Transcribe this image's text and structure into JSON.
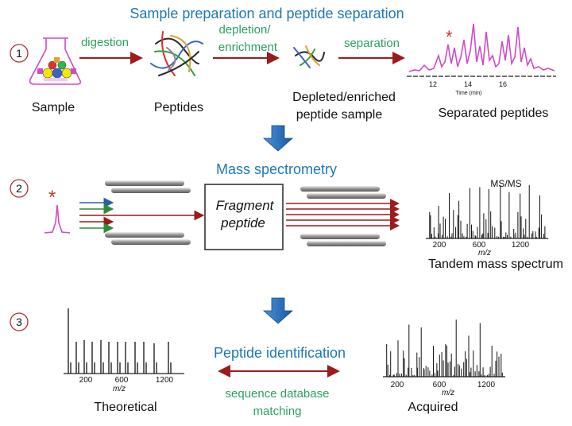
{
  "colors": {
    "title_blue": "#1f78b4",
    "label_green": "#2ca25f",
    "arrow_red": "#9b1c1c",
    "chrom_pink": "#d04ac8",
    "big_arrow_blue": "#1f6fb6"
  },
  "step1": {
    "number": "1",
    "title": "Sample preparation and peptide separation",
    "digestion": "digestion",
    "depletion_line1": "depletion/",
    "depletion_line2": "enrichment",
    "separation": "separation",
    "sample_label": "Sample",
    "peptides_label": "Peptides",
    "depleted_line1": "Depleted/enriched",
    "depleted_line2": "peptide sample",
    "separated_label": "Separated peptides",
    "chrom_ticks": [
      "12",
      "14",
      "16"
    ],
    "chrom_axis": "Time (min)",
    "star": "*"
  },
  "step2": {
    "number": "2",
    "title": "Mass spectrometry",
    "star": "*",
    "fragment_line1": "Fragment",
    "fragment_line2": "peptide",
    "msms_label": "MS/MS",
    "ticks": [
      "200",
      "600",
      "1200"
    ],
    "axis": "m/z",
    "spectrum_label": "Tandem mass spectrum"
  },
  "step3": {
    "number": "3",
    "title": "Peptide identification",
    "matching_line1": "sequence database",
    "matching_line2": "matching",
    "theoretical": {
      "label": "Theoretical",
      "ticks": [
        "200",
        "600",
        "1200"
      ],
      "axis": "m/z"
    },
    "acquired": {
      "label": "Acquired",
      "ticks": [
        "200",
        "600",
        "1200"
      ],
      "axis": "m/z"
    }
  }
}
